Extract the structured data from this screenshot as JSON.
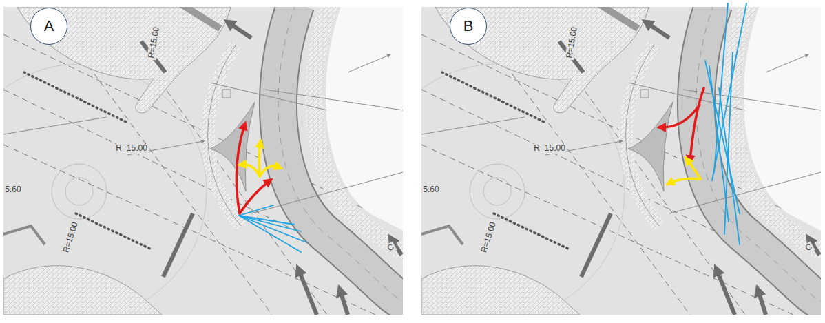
{
  "diagram": {
    "nodes": [
      {
        "text": [
          "A"
        ]
      },
      {
        "text": [
          "B"
        ]
      }
    ],
    "labels": [
      "R=15.00",
      "R=15.00",
      "5.60",
      "R=15.00",
      "C",
      "R=15.00",
      "R=15.00",
      "5.60",
      "R=15.00",
      "C"
    ]
  }
}
